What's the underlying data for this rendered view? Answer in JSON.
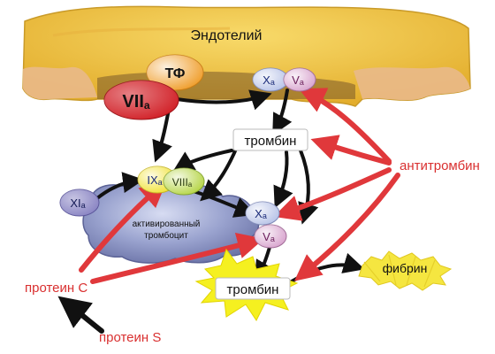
{
  "labels": {
    "endothelium": "Эндотелий",
    "tf": "ТФ",
    "viia_main": "VII",
    "viia_sub": "a",
    "xa_top_main": "X",
    "xa_top_sub": "a",
    "va_top_main": "V",
    "va_top_sub": "a",
    "thrombin_top": "тромбин",
    "antithrombin": "антитромбин",
    "ixa_main": "IX",
    "ixa_sub": "a",
    "viiia_main": "VIII",
    "viiia_sub": "a",
    "xia_main": "XI",
    "xia_sub": "a",
    "platelet_line1": "активированный",
    "platelet_line2": "тромбоцит",
    "xa_mid_main": "X",
    "xa_mid_sub": "a",
    "va_mid_main": "V",
    "va_mid_sub": "a",
    "protein_c": "протеин С",
    "thrombin_bottom": "тромбин",
    "fibrin": "фибрин",
    "protein_s": "протеин S"
  },
  "colors": {
    "endothelium_fill": "#f2c84b",
    "endothelium_dark": "#d9a227",
    "cell_peach": "#e9b98a",
    "tf_orange": "#f0a030",
    "viia_red": "#d2232a",
    "xa_lilac": "#b9c4e8",
    "va_pink": "#d9a6cf",
    "platelet_blue": "#7e86b8",
    "ixa_yellow": "#f1e33a",
    "viiia_green": "#b7d64a",
    "xia_purple": "#8b86c4",
    "thrombin_star": "#f5f020",
    "fibrin_yellow": "#f5e640",
    "arrow_black": "#111111",
    "arrow_red": "#e0383b",
    "text_red": "#d93030"
  }
}
